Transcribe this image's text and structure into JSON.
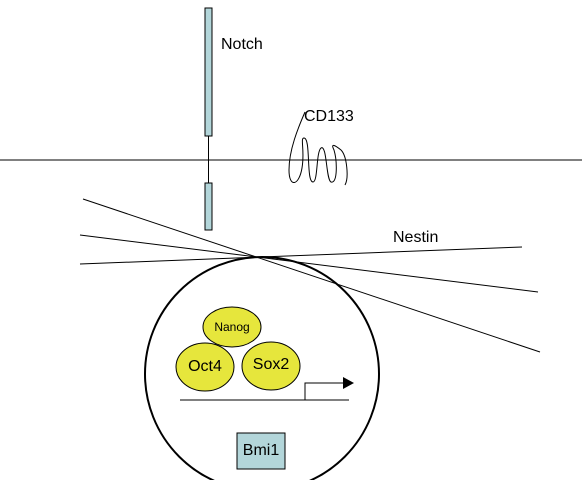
{
  "labels": {
    "notch": "Notch",
    "cd133": "CD133",
    "nestin": "Nestin"
  },
  "nucleus": {
    "factors": {
      "nanog": "Nanog",
      "oct4": "Oct4",
      "sox2": "Sox2"
    },
    "bmi1": "Bmi1"
  },
  "colors": {
    "factor_fill": "#e6e63c",
    "notch_fill": "#b3d6da",
    "bmi1_fill": "#b3d6da",
    "stroke": "#000000"
  }
}
